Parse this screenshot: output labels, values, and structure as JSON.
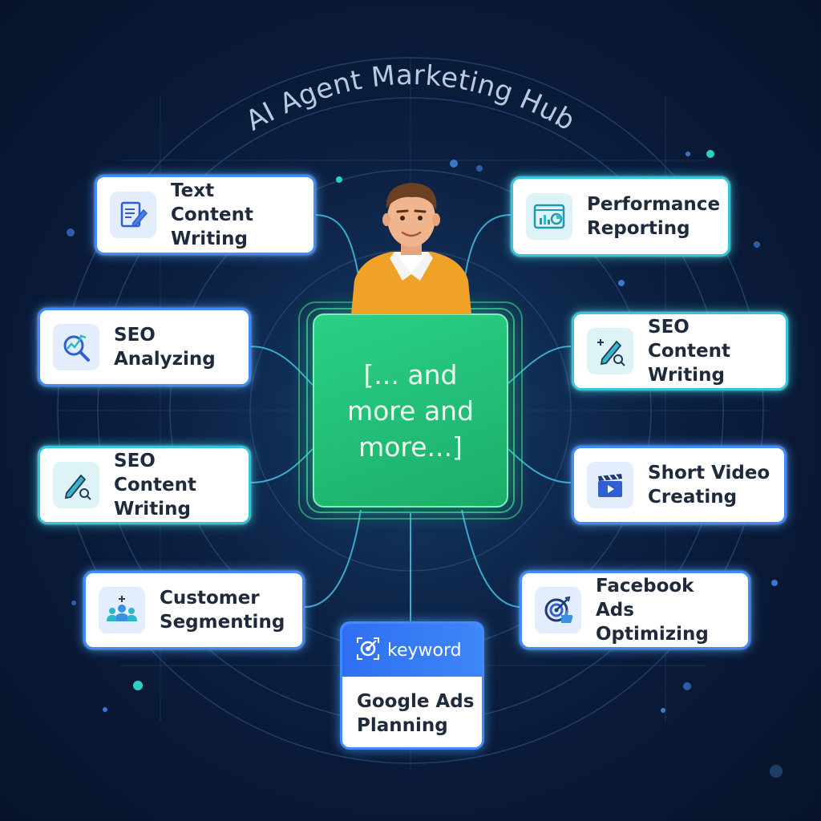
{
  "title": "AI Agent Marketing Hub",
  "center_text": "[... and\nmore and\nmore...]",
  "colors": {
    "background": "#0b1d3d",
    "card_border_blue": "#3d8bff",
    "card_border_teal": "#34c6d8",
    "center_green": "#22c079",
    "connector": "#3fb8d9"
  },
  "cards": {
    "text_content_writing": {
      "label": "Text Content\nWriting",
      "icon": "document-pen-icon"
    },
    "performance_reporting": {
      "label": "Performance\nReporting",
      "icon": "dashboard-chart-icon"
    },
    "seo_analyzing": {
      "label": "SEO\nAnalyzing",
      "icon": "magnifier-chart-icon"
    },
    "seo_content_writing_right": {
      "label": "SEO Content\nWriting",
      "icon": "pencil-search-icon"
    },
    "seo_content_writing_left": {
      "label": "SEO Content\nWriting",
      "icon": "pencil-search-icon"
    },
    "short_video_creating": {
      "label": "Short Video\nCreating",
      "icon": "clapperboard-icon"
    },
    "customer_segmenting": {
      "label": "Customer\nSegmenting",
      "icon": "user-group-icon"
    },
    "facebook_ads_optimizing": {
      "label": "Facebook Ads\nOptimizing",
      "icon": "target-thumbs-up-icon"
    },
    "google_ads_planning": {
      "label": "Google Ads\nPlanning",
      "header": "keyword",
      "icon": "target-icon"
    }
  }
}
